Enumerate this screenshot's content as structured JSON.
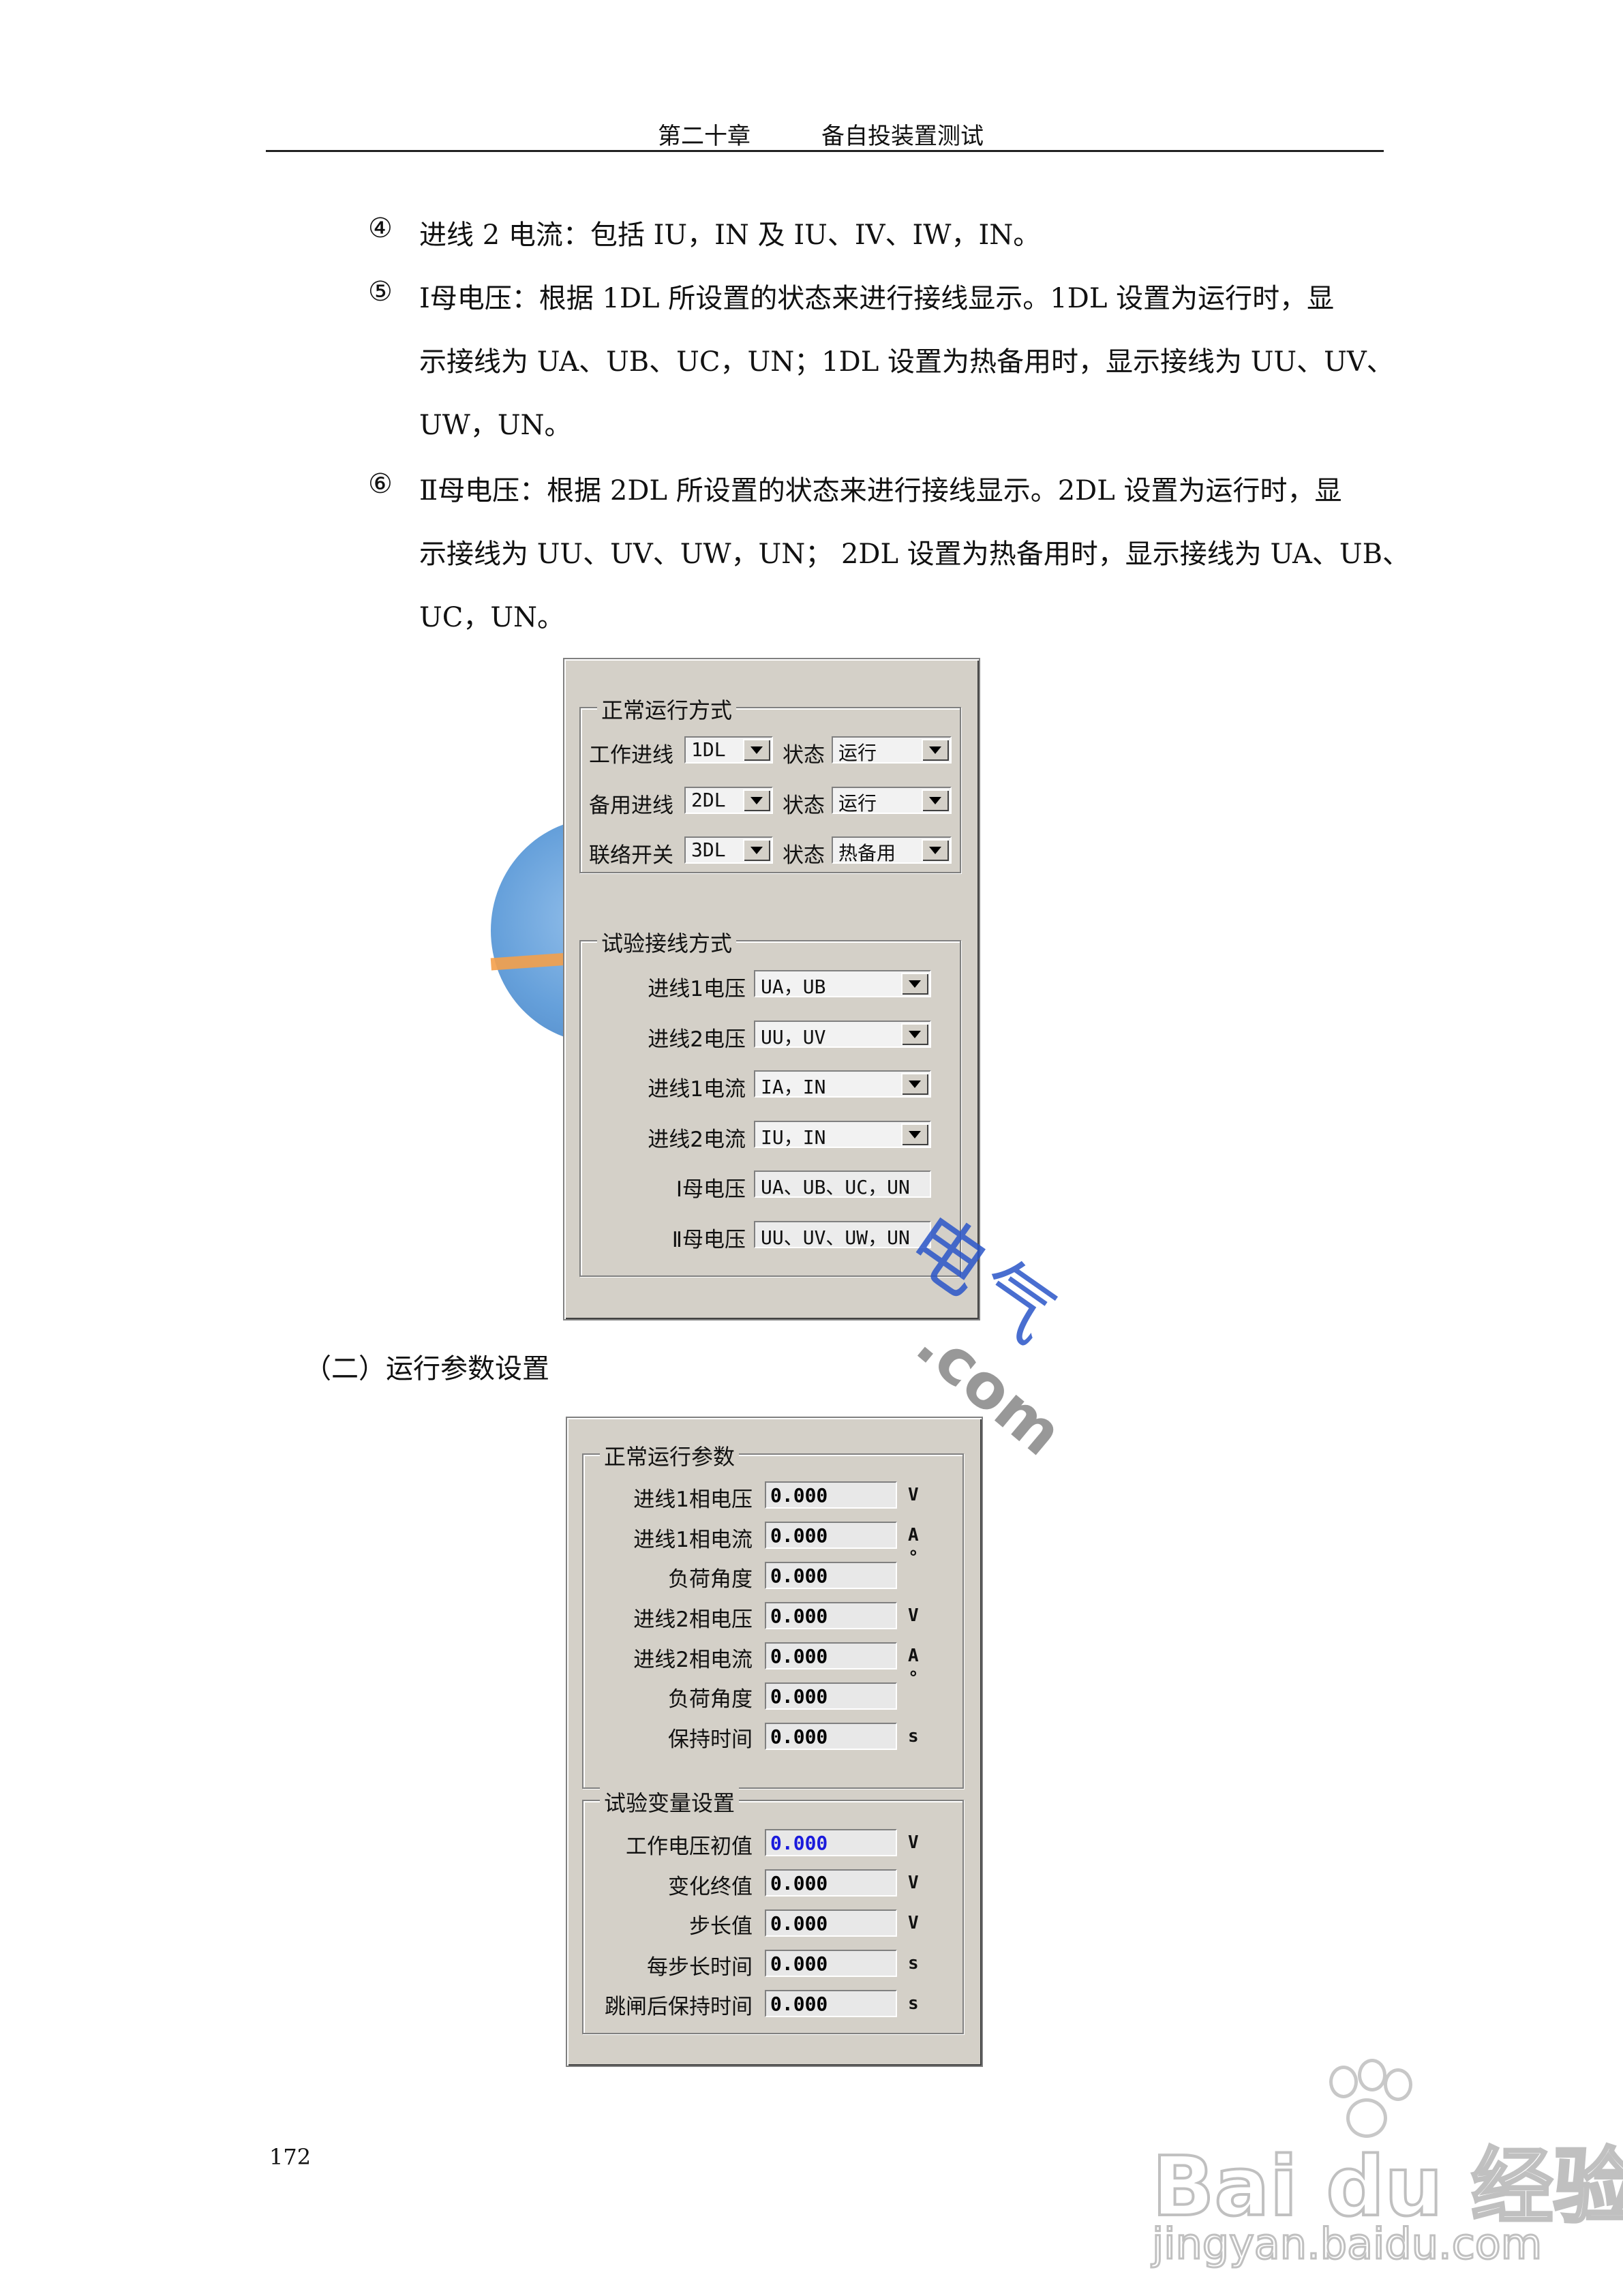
{
  "header": {
    "chapter": "第二十章",
    "title": "备自投装置测试"
  },
  "paragraphs": [
    {
      "num": "④",
      "lines": [
        "进线 2 电流：包括 IU，IN 及 IU、IV、IW，IN。"
      ]
    },
    {
      "num": "⑤",
      "lines": [
        "Ⅰ母电压：根据 1DL 所设置的状态来进行接线显示。1DL 设置为运行时，显",
        "示接线为 UA、UB、UC，UN；1DL 设置为热备用时，显示接线为 UU、UV、",
        "UW，UN。"
      ]
    },
    {
      "num": "⑥",
      "lines": [
        "Ⅱ母电压：根据 2DL 所设置的状态来进行接线显示。2DL 设置为运行时，显",
        "示接线为 UU、UV、UW，UN；  2DL 设置为热备用时，显示接线为 UA、UB、",
        "UC，UN。"
      ]
    }
  ],
  "panel1": {
    "normal_group": {
      "title": "正常运行方式",
      "rows": [
        {
          "label": "工作进线",
          "line": "1DL",
          "state_label": "状态",
          "state": "运行"
        },
        {
          "label": "备用进线",
          "line": "2DL",
          "state_label": "状态",
          "state": "运行"
        },
        {
          "label": "联络开关",
          "line": "3DL",
          "state_label": "状态",
          "state": "热备用"
        }
      ]
    },
    "wiring_group": {
      "title": "试验接线方式",
      "rows": [
        {
          "label": "进线1电压",
          "value": "UA，UB"
        },
        {
          "label": "进线2电压",
          "value": "UU，UV"
        },
        {
          "label": "进线1电流",
          "value": "IA，IN"
        },
        {
          "label": "进线2电流",
          "value": "IU，IN"
        },
        {
          "label": "Ⅰ母电压",
          "value": "UA、UB、UC，UN"
        },
        {
          "label": "Ⅱ母电压",
          "value": "UU、UV、UW，UN"
        }
      ]
    }
  },
  "section_title": "（二）运行参数设置",
  "panel2": {
    "params_group": {
      "title": "正常运行参数",
      "rows": [
        {
          "label": "进线1相电压",
          "value": "0.000",
          "unit": "V"
        },
        {
          "label": "进线1相电流",
          "value": "0.000",
          "unit": "A"
        },
        {
          "label": "负荷角度",
          "value": "0.000",
          "unit": "°"
        },
        {
          "label": "进线2相电压",
          "value": "0.000",
          "unit": "V"
        },
        {
          "label": "进线2相电流",
          "value": "0.000",
          "unit": "A"
        },
        {
          "label": "负荷角度",
          "value": "0.000",
          "unit": "°"
        },
        {
          "label": "保持时间",
          "value": "0.000",
          "unit": "s"
        }
      ]
    },
    "variable_group": {
      "title": "试验变量设置",
      "rows": [
        {
          "label": "工作电压初值",
          "value": "0.000",
          "unit": "V"
        },
        {
          "label": "变化终值",
          "value": "0.000",
          "unit": "V"
        },
        {
          "label": "步长值",
          "value": "0.000",
          "unit": "V"
        },
        {
          "label": "每步长时间",
          "value": "0.000",
          "unit": "s"
        },
        {
          "label": "跳闸后保持时间",
          "value": "0.000",
          "unit": "s"
        }
      ]
    }
  },
  "page_number": "172",
  "watermarks": {
    "baidu_brand": "Bai du 经验",
    "baidu_url": "jingyan.baidu.com",
    "site_text": "电气",
    "site_domain": ".com"
  }
}
